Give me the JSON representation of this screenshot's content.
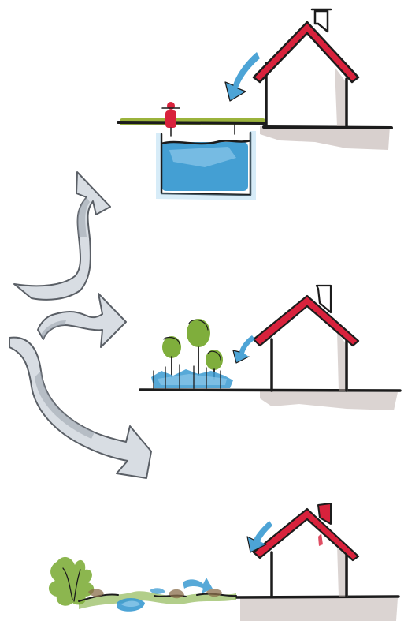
{
  "image": {
    "style": "watercolor-sketch",
    "panels": [
      {
        "id": "rain-tank",
        "elements": [
          "house",
          "rain-arrow",
          "green-pipe",
          "red-pump",
          "blue-water-tank"
        ]
      },
      {
        "id": "garden-runoff",
        "elements": [
          "house",
          "rain-arrow",
          "trees",
          "planter-water"
        ]
      },
      {
        "id": "ditch-runoff",
        "elements": [
          "house",
          "rain-arrow",
          "shrub",
          "stream",
          "water-pools"
        ]
      }
    ],
    "branching_arrows": 3
  },
  "colors": {
    "roof": "#d8223c",
    "water": "#3a9ad1",
    "water_light": "#8cc8ea",
    "pipe": "#9bb33c",
    "tree": "#7fae3c",
    "shadow": "#b8a9a6",
    "ink": "#1c1c1c",
    "arrow_fill": "#d8dde3",
    "arrow_shade": "#9aa3ad"
  }
}
